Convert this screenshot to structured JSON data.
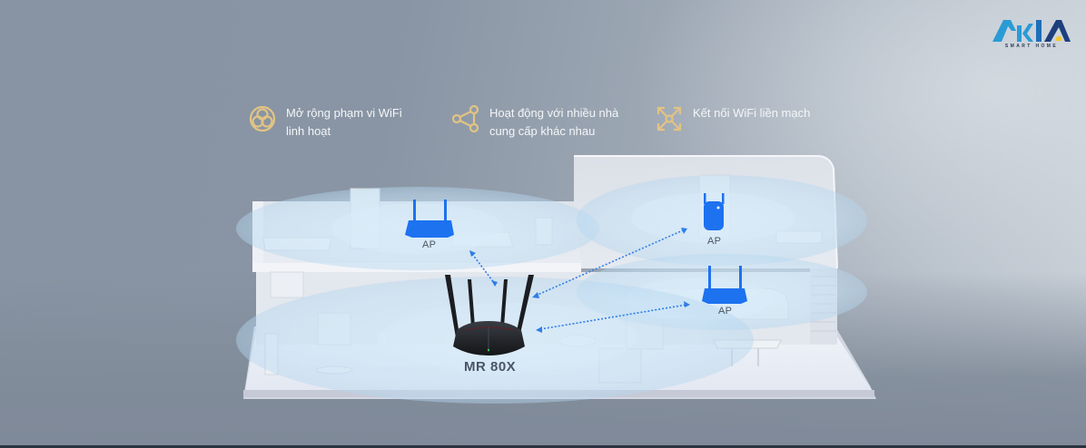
{
  "brand": {
    "logo_text": "AKIA",
    "tagline": "SMART HOME",
    "colors": {
      "light_blue": "#2a9bd5",
      "dark_blue": "#1d3f7c",
      "accent_yellow": "#f2c830"
    }
  },
  "features": [
    {
      "icon": "coverage-circles-icon",
      "text": "Mở rộng phạm vi WiFi linh hoạt"
    },
    {
      "icon": "share-nodes-icon",
      "text": "Hoạt động với nhiều nhà cung cấp khác nhau"
    },
    {
      "icon": "expand-arrows-icon",
      "text": "Kết nối WiFi liền mạch"
    }
  ],
  "diagram": {
    "main_router": {
      "label": "MR 80X",
      "color": "#1b1d21"
    },
    "access_points": [
      {
        "label": "AP",
        "type": "router",
        "location": "upper-left floor"
      },
      {
        "label": "AP",
        "type": "extender",
        "location": "upper-right floor"
      },
      {
        "label": "AP",
        "type": "router",
        "location": "lower-right floor"
      }
    ],
    "ap_color": "#1d72f0",
    "icon_color": "#e2c384",
    "coverage_color": "#bfe0f5"
  }
}
